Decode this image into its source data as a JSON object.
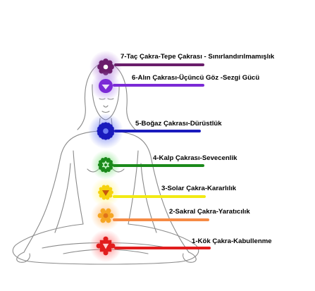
{
  "chakras": [
    {
      "label": "7-Taç Çakra-Tepe Çakrası - Sınırlandırılmamışlık",
      "color": "#6a1d6b",
      "glow": "#b07bd8",
      "symbol": "lotus"
    },
    {
      "label": "6-Alın Çakrası-Üçüncü Göz -Sezgi Gücü",
      "color": "#7b2ad6",
      "glow": "#b58ef0",
      "symbol": "eye"
    },
    {
      "label": "5-Boğaz Çakrası-Dürüstlük",
      "color": "#1a1bbd",
      "glow": "#6d7cf2",
      "symbol": "throat-wheel"
    },
    {
      "label": "4-Kalp Çakrası-Sevecenlik",
      "color": "#1b8a1b",
      "glow": "#7ee07e",
      "symbol": "heart-star"
    },
    {
      "label": "3-Solar Çakra-Kararlılık",
      "color": "#f2ea14",
      "glow": "#fff48a",
      "symbol": "solar-triangle"
    },
    {
      "label": "2-Sakral Çakra-Yaratıcılık",
      "color": "#f58b45",
      "glow": "#ffc07a",
      "symbol": "sacral-lotus"
    },
    {
      "label": "1-Kök Çakra-Kabullenme",
      "color": "#e11d1d",
      "glow": "#ff7a7a",
      "symbol": "root-square"
    }
  ]
}
